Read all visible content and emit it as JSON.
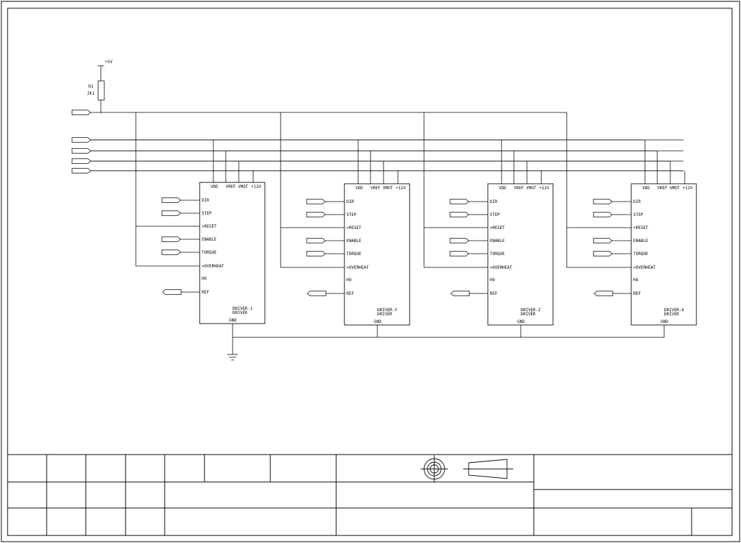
{
  "power": {
    "label": "+5V"
  },
  "resistor": {
    "ref": "R1",
    "value": "2k1"
  },
  "drivers": [
    {
      "top_pins": [
        "VDD",
        "VREF",
        "VMOT",
        "+12V"
      ],
      "left_pins": [
        "DIR",
        "STEP",
        "RESET",
        "ENABLE",
        "TORQUE",
        "OVERHEAT",
        "HO",
        "REF"
      ],
      "name": "DRIVER-1",
      "type": "DRIVER",
      "gnd": "GND"
    },
    {
      "top_pins": [
        "VDD",
        "VREF",
        "VMOT",
        "+12V"
      ],
      "left_pins": [
        "DIR",
        "STEP",
        "RESET",
        "ENABLE",
        "TORQUE",
        "OVERHEAT",
        "HO",
        "REF"
      ],
      "name": "DRIVER-Y",
      "type": "DRIVER",
      "gnd": "GND"
    },
    {
      "top_pins": [
        "VDD",
        "VREF",
        "VMOT",
        "+12V"
      ],
      "left_pins": [
        "DIR",
        "STEP",
        "RESET",
        "ENABLE",
        "TORQUE",
        "OVERHEAT",
        "HO",
        "REF"
      ],
      "name": "DRIVER-Z",
      "type": "DRIVER",
      "gnd": "GND"
    },
    {
      "top_pins": [
        "VDD",
        "VREF",
        "VMOT",
        "+12V"
      ],
      "left_pins": [
        "DIR",
        "STEP",
        "RESET",
        "ENABLE",
        "TORQUE",
        "OVERHEAT",
        "HO",
        "REF"
      ],
      "name": "DRIVER-4",
      "type": "DRIVER",
      "gnd": "GND"
    }
  ],
  "title_block": {
    "projection_symbols": [
      "first-angle-projection-icon"
    ]
  }
}
